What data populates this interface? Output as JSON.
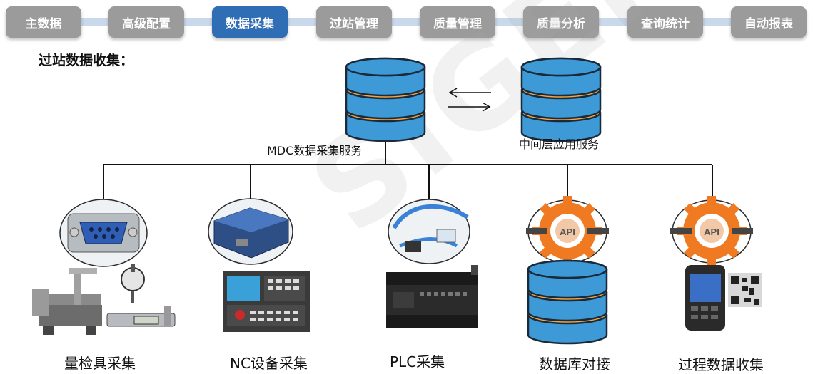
{
  "nav": {
    "tabs": [
      {
        "label": "主数据",
        "active": false
      },
      {
        "label": "高级配置",
        "active": false
      },
      {
        "label": "数据采集",
        "active": true
      },
      {
        "label": "过站管理",
        "active": false
      },
      {
        "label": "质量管理",
        "active": false
      },
      {
        "label": "质量分析",
        "active": false
      },
      {
        "label": "查询统计",
        "active": false
      },
      {
        "label": "自动报表",
        "active": false
      }
    ],
    "active_color": "#2f6db5",
    "inactive_color": "#9b9b9b"
  },
  "section_title": "过站数据收集：",
  "watermark": "SIGER",
  "servers": {
    "mdc_label": "MDC数据采集服务",
    "middle_label": "中间层应用服务"
  },
  "devices": [
    {
      "caption": "量检具采集",
      "icon": "db9-connector-icon"
    },
    {
      "caption": "NC设备采集",
      "icon": "serial-server-icon"
    },
    {
      "caption": "PLC采集",
      "icon": "ethernet-cable-icon"
    },
    {
      "caption": "数据库对接",
      "icon": "api-gear-icon"
    },
    {
      "caption": "过程数据收集",
      "icon": "api-gear-icon"
    }
  ],
  "api_text": "API",
  "colors": {
    "db_blue": "#3d9ad6",
    "db_orange": "#f2a541",
    "gear_orange": "#f07a22",
    "line": "#111111"
  }
}
